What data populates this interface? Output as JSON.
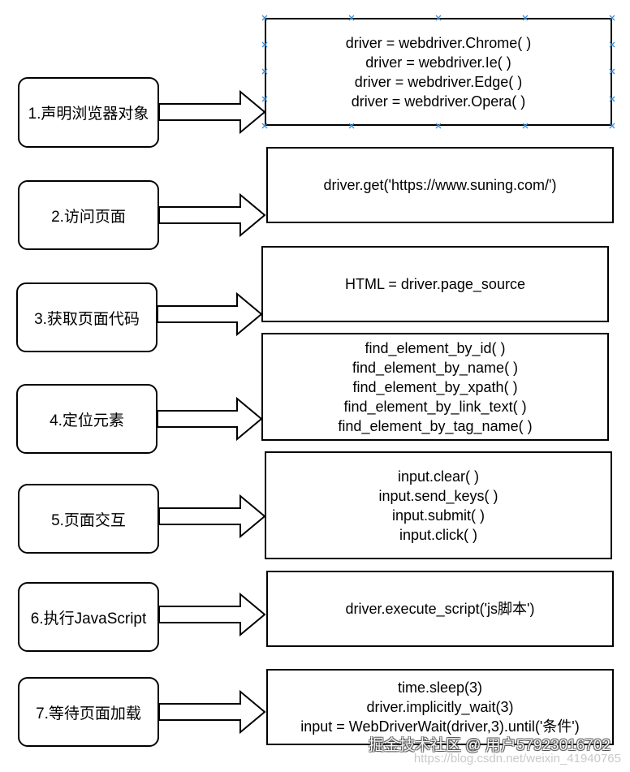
{
  "diagram": {
    "steps": [
      {
        "label": "1.声明浏览器对象",
        "code": [
          "driver = webdriver.Chrome( )",
          "driver = webdriver.Ie( )",
          "driver = webdriver.Edge( )",
          "driver = webdriver.Opera( )"
        ]
      },
      {
        "label": "2.访问页面",
        "code": [
          "driver.get('https://www.suning.com/')"
        ]
      },
      {
        "label": "3.获取页面代码",
        "code": [
          "HTML = driver.page_source"
        ]
      },
      {
        "label": "4.定位元素",
        "code": [
          "find_element_by_id( )",
          "find_element_by_name( )",
          "find_element_by_xpath( )",
          "find_element_by_link_text( )",
          "find_element_by_tag_name( )"
        ]
      },
      {
        "label": "5.页面交互",
        "code": [
          "input.clear( )",
          "input.send_keys( )",
          "input.submit( )",
          "input.click( )"
        ]
      },
      {
        "label": "6.执行JavaScript",
        "code": [
          "driver.execute_script('js脚本')"
        ]
      },
      {
        "label": "7.等待页面加载",
        "code": [
          "time.sleep(3)",
          "driver.implicitly_wait(3)",
          "input = WebDriverWait(driver,3).until('条件')"
        ]
      }
    ]
  },
  "watermark": {
    "line1": "掘金技术社区 @ 用户57923016702",
    "line2": "https://blog.csdn.net/weixin_41940765"
  },
  "colors": {
    "background": "#ffffff",
    "stroke": "#000000",
    "selection_handle": "#3f8fd8"
  },
  "icons": {
    "arrow": "hollow-right-arrow",
    "handle": "selection-handle-x"
  }
}
